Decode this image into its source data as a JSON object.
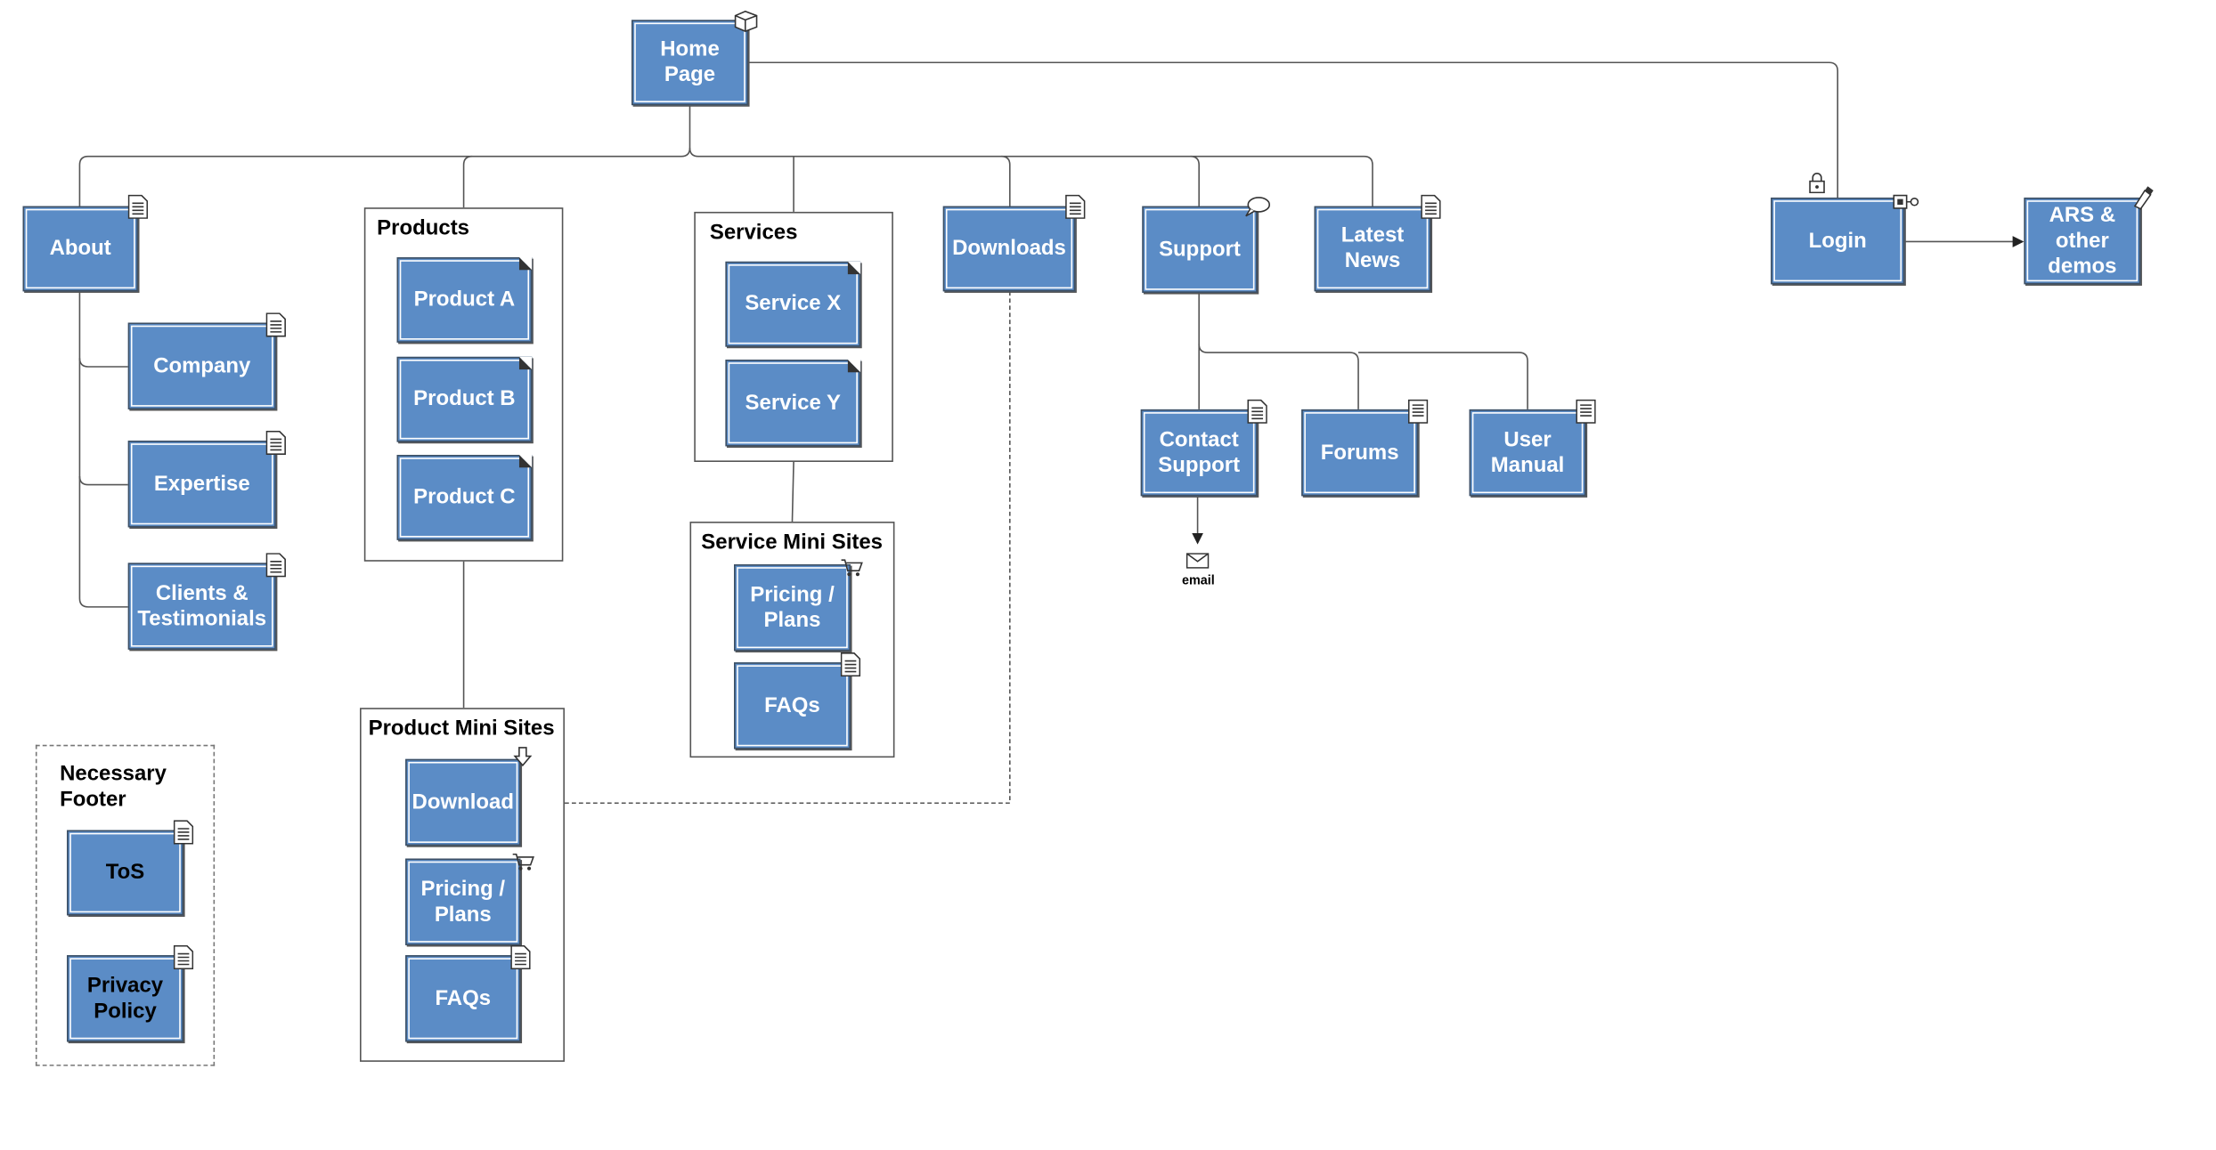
{
  "nodes": {
    "home": "Home\nPage",
    "about": "About",
    "company": "Company",
    "expertise": "Expertise",
    "clients": "Clients &\nTestimonials",
    "product_a": "Product A",
    "product_b": "Product B",
    "product_c": "Product C",
    "service_x": "Service X",
    "service_y": "Service Y",
    "downloads": "Downloads",
    "support": "Support",
    "latest_news": "Latest\nNews",
    "contact_support": "Contact\nSupport",
    "forums": "Forums",
    "user_manual": "User\nManual",
    "login": "Login",
    "ars_demos": "ARS &\nother\ndemos",
    "pm_download": "Download",
    "pm_pricing": "Pricing /\nPlans",
    "pm_faqs": "FAQs",
    "sm_pricing": "Pricing /\nPlans",
    "sm_faqs": "FAQs",
    "tos": "ToS",
    "privacy": "Privacy\nPolicy"
  },
  "groups": {
    "products": "Products",
    "services": "Services",
    "product_mini_sites": "Product Mini Sites",
    "service_mini_sites": "Service Mini Sites",
    "necessary_footer": "Necessary\nFooter"
  },
  "labels": {
    "email": "email"
  },
  "colors": {
    "node_fill": "#5b8cc6",
    "node_border": "#3d4f63",
    "connector": "#555555"
  },
  "icons": [
    "document-icon",
    "box-icon",
    "speech-bubble-icon",
    "lock-icon",
    "key-icon",
    "shopping-cart-icon",
    "download-arrow-icon",
    "envelope-icon",
    "pencil-icon"
  ]
}
